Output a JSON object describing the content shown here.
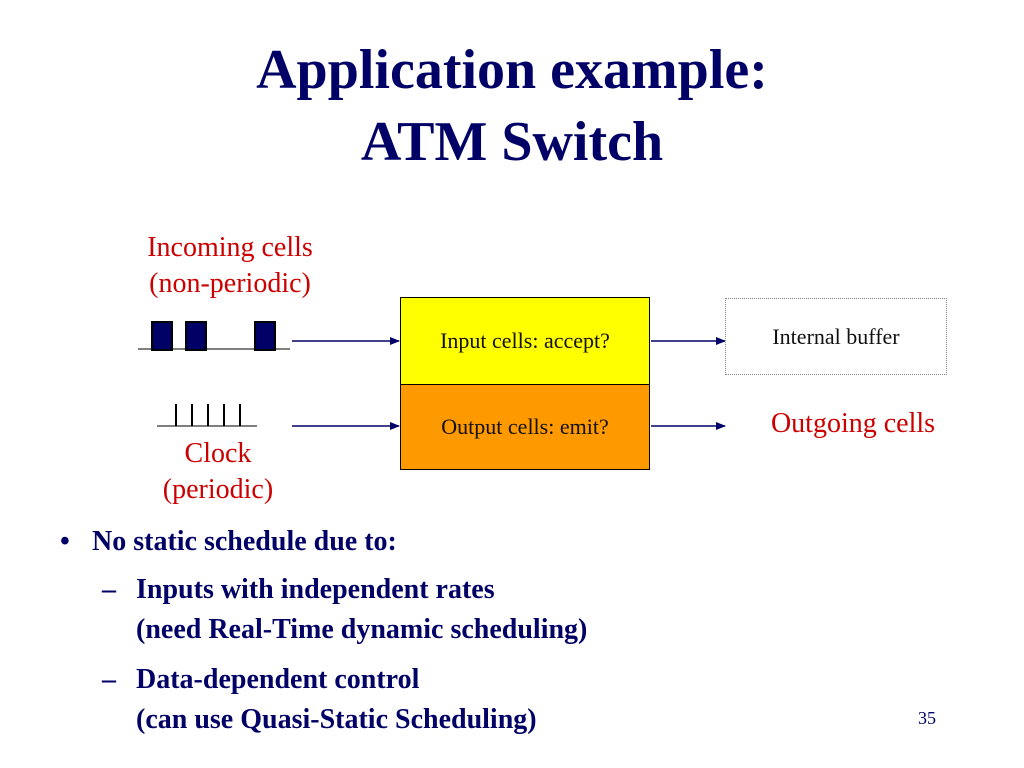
{
  "slide": {
    "title_line1": "Application example:",
    "title_line2": "ATM Switch",
    "page_number": "35"
  },
  "diagram": {
    "incoming_label_line1": "Incoming cells",
    "incoming_label_line2": "(non-periodic)",
    "clock_label_line1": "Clock",
    "clock_label_line2": "(periodic)",
    "input_box": "Input cells: accept?",
    "output_box": "Output cells: emit?",
    "buffer_box": "Internal buffer",
    "outgoing_label": "Outgoing cells"
  },
  "bullets": {
    "main_marker": "•",
    "main": "No static schedule due to:",
    "sub_marker": "–",
    "sub1_line1": "Inputs with independent rates",
    "sub1_line2": "(need Real-Time dynamic scheduling)",
    "sub2_line1": "Data-dependent control",
    "sub2_line2": "(can use Quasi-Static Scheduling)"
  },
  "colors": {
    "title": "#000066",
    "red_label": "#CC0000",
    "input_fill": "#FFFF00",
    "output_fill": "#FF9900",
    "cell_fill": "#000066",
    "arrow": "#000066"
  }
}
